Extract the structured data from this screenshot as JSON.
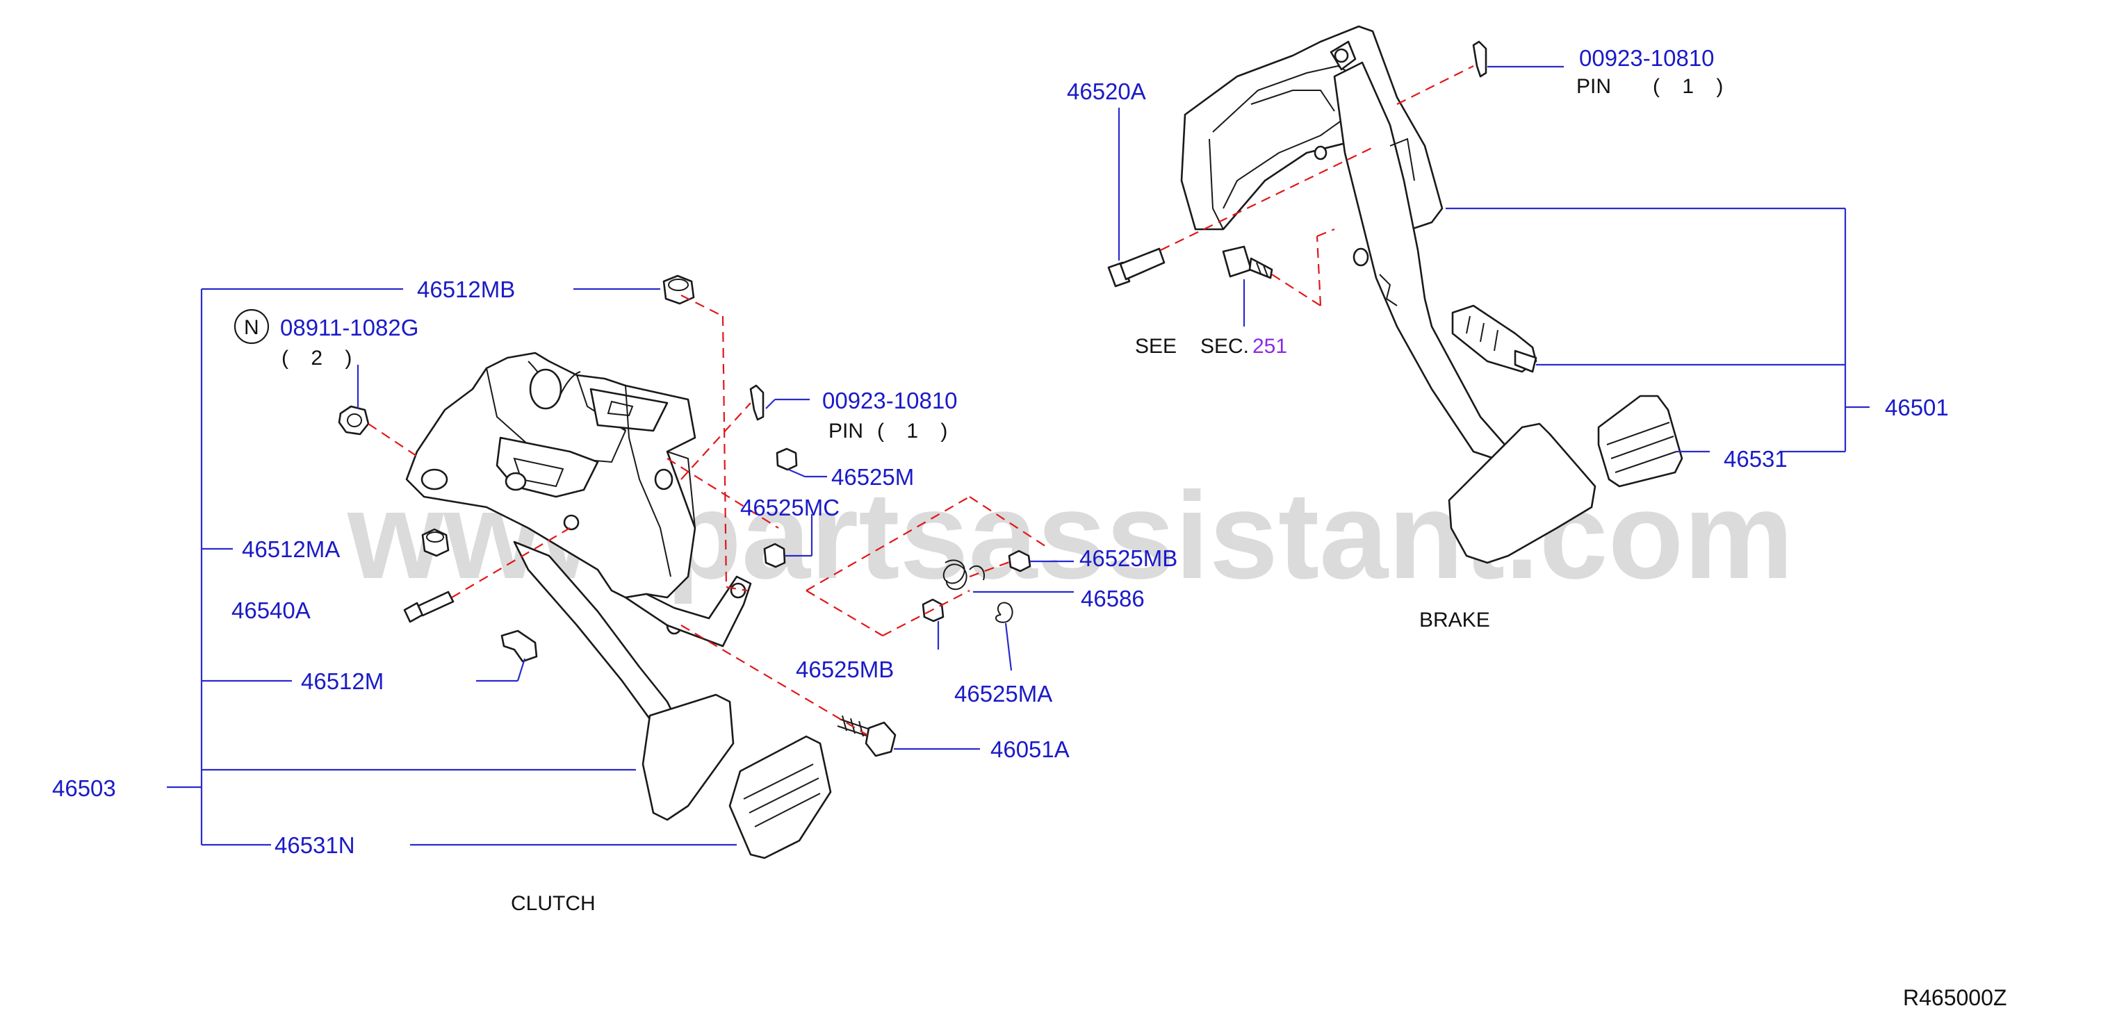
{
  "watermark": "www.partsassistant.com",
  "diagram_code": "R465000Z",
  "colors": {
    "part_number": "#1a1ac8",
    "leader_line": "#2a2acf",
    "dashed_line": "#e01818",
    "section_ref": "#8a2be2"
  },
  "clutch": {
    "caption": "CLUTCH",
    "labels": {
      "p46512MB": "46512MB",
      "p08911": "08911-1082G",
      "qty08911": "( 2 )",
      "notch": "N",
      "p00923": "00923-10810",
      "pin": "PIN",
      "qty_pin": "( 1 )",
      "p46525M": "46525M",
      "p46525MC": "46525MC",
      "p46512MA": "46512MA",
      "p46540A": "46540A",
      "p46512M": "46512M",
      "p46525MB_a": "46525MB",
      "p46586": "46586",
      "p46525MB_b": "46525MB",
      "p46525MA": "46525MA",
      "p46051A": "46051A",
      "p46503": "46503",
      "p46531N": "46531N"
    }
  },
  "brake": {
    "caption": "BRAKE",
    "labels": {
      "p46520A": "46520A",
      "p00923": "00923-10810",
      "pin": "PIN",
      "qty_pin": "( 1 )",
      "see": "SEE",
      "sec": "SEC.",
      "sec_num": "251",
      "p46501": "46501",
      "p46531": "46531"
    }
  }
}
